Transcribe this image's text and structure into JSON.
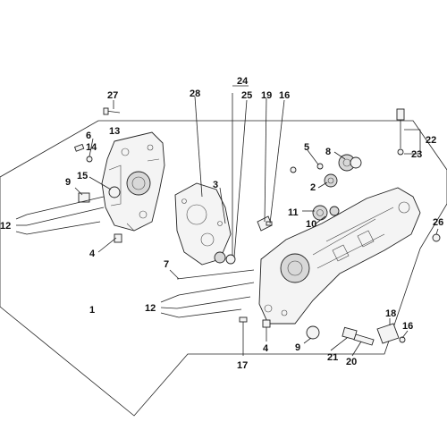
{
  "diagram": {
    "background": "#ffffff",
    "line_color": "#222222",
    "callouts": {
      "c27": "27",
      "c28": "28",
      "c24": "24",
      "c25": "25",
      "c19": "19",
      "c16a": "16",
      "c13": "13",
      "c6": "6",
      "c14": "14",
      "c9a": "9",
      "c15": "15",
      "c12a": "12",
      "c4a": "4",
      "c1": "1",
      "c3": "3",
      "c5": "5",
      "c8": "8",
      "c2": "2",
      "c11": "11",
      "c10": "10",
      "c22": "22",
      "c23": "23",
      "c26": "26",
      "c7": "7",
      "c12b": "12",
      "c4b": "4",
      "c17": "17",
      "c9b": "9",
      "c21": "21",
      "c20": "20",
      "c18": "18",
      "c16b": "16"
    }
  }
}
